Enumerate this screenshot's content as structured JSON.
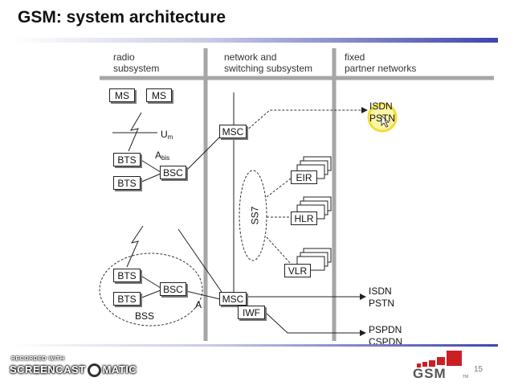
{
  "slide": {
    "title": "GSM: system architecture",
    "page_number": "15"
  },
  "columns": {
    "radio_line1": "radio",
    "radio_line2": "subsystem",
    "network_line1": "network and",
    "network_line2": "switching subsystem",
    "fixed_line1": "fixed",
    "fixed_line2": "partner networks"
  },
  "nodes": {
    "ms_1": "MS",
    "ms_2": "MS",
    "bts_1": "BTS",
    "bts_2": "BTS",
    "bsc_1": "BSC",
    "bts_3": "BTS",
    "bts_4": "BTS",
    "bsc_2": "BSC",
    "msc_1": "MSC",
    "msc_2": "MSC",
    "iwf": "IWF",
    "eir": "EIR",
    "hlr": "HLR",
    "vlr": "VLR"
  },
  "labels": {
    "um_main": "U",
    "um_sub": "m",
    "abis_main": "A",
    "abis_sub": "bis",
    "a_interface": "A",
    "bss": "BSS",
    "ss7": "SS7",
    "isdn_top": "ISDN",
    "pstn_top": "PSTN",
    "isdn_mid": "ISDN",
    "pstn_mid": "PSTN",
    "pspdn": "PSPDN",
    "cspdn": "CSPDN"
  },
  "logo": {
    "text": "GSM",
    "tm": "TM",
    "brand_color": "#cc1f24"
  },
  "watermark": {
    "recorded": "RECORDED WITH",
    "brand_left": "SCREENCAST",
    "brand_right": "MATIC"
  },
  "colors": {
    "accent_rule": "#3f45ad",
    "column_divider": "#a6a6a6",
    "cursor_highlight": "#f5e74a"
  }
}
